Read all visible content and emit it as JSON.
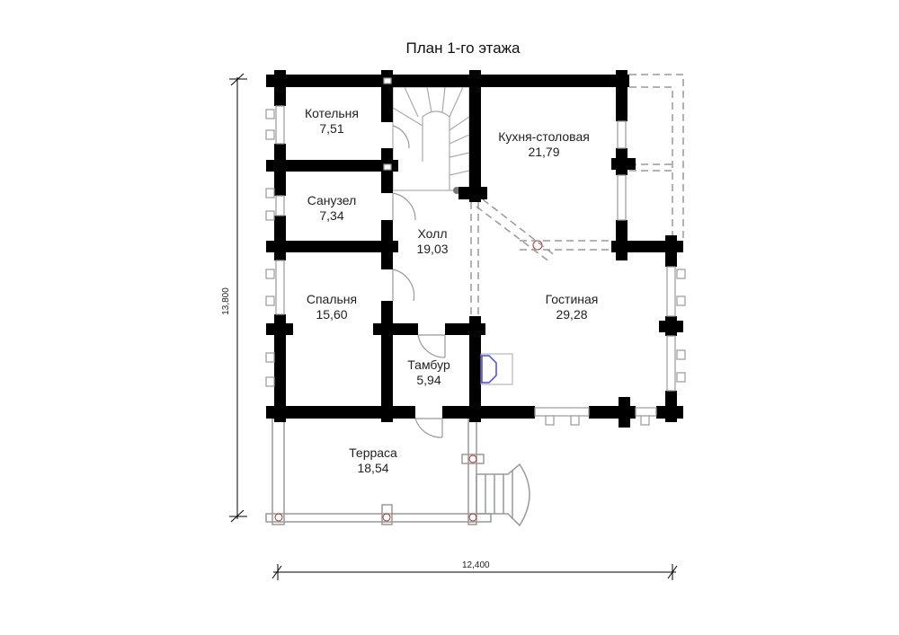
{
  "title": "План 1-го этажа",
  "rooms": [
    {
      "name": "Котельня",
      "area": "7,51"
    },
    {
      "name": "Санузел",
      "area": "7,34"
    },
    {
      "name": "Спальня",
      "area": "15,60"
    },
    {
      "name": "Холл",
      "area": "19,03"
    },
    {
      "name": "Кухня-столовая",
      "area": "21,79"
    },
    {
      "name": "Гостиная",
      "area": "29,28"
    },
    {
      "name": "Тамбур",
      "area": "5,94"
    },
    {
      "name": "Терраса",
      "area": "18,54"
    }
  ],
  "dimensions": {
    "height": "13,800",
    "width": "12,400"
  },
  "colors": {
    "wall": "#000000",
    "line": "#888888",
    "stove": "#4a4ad0"
  }
}
